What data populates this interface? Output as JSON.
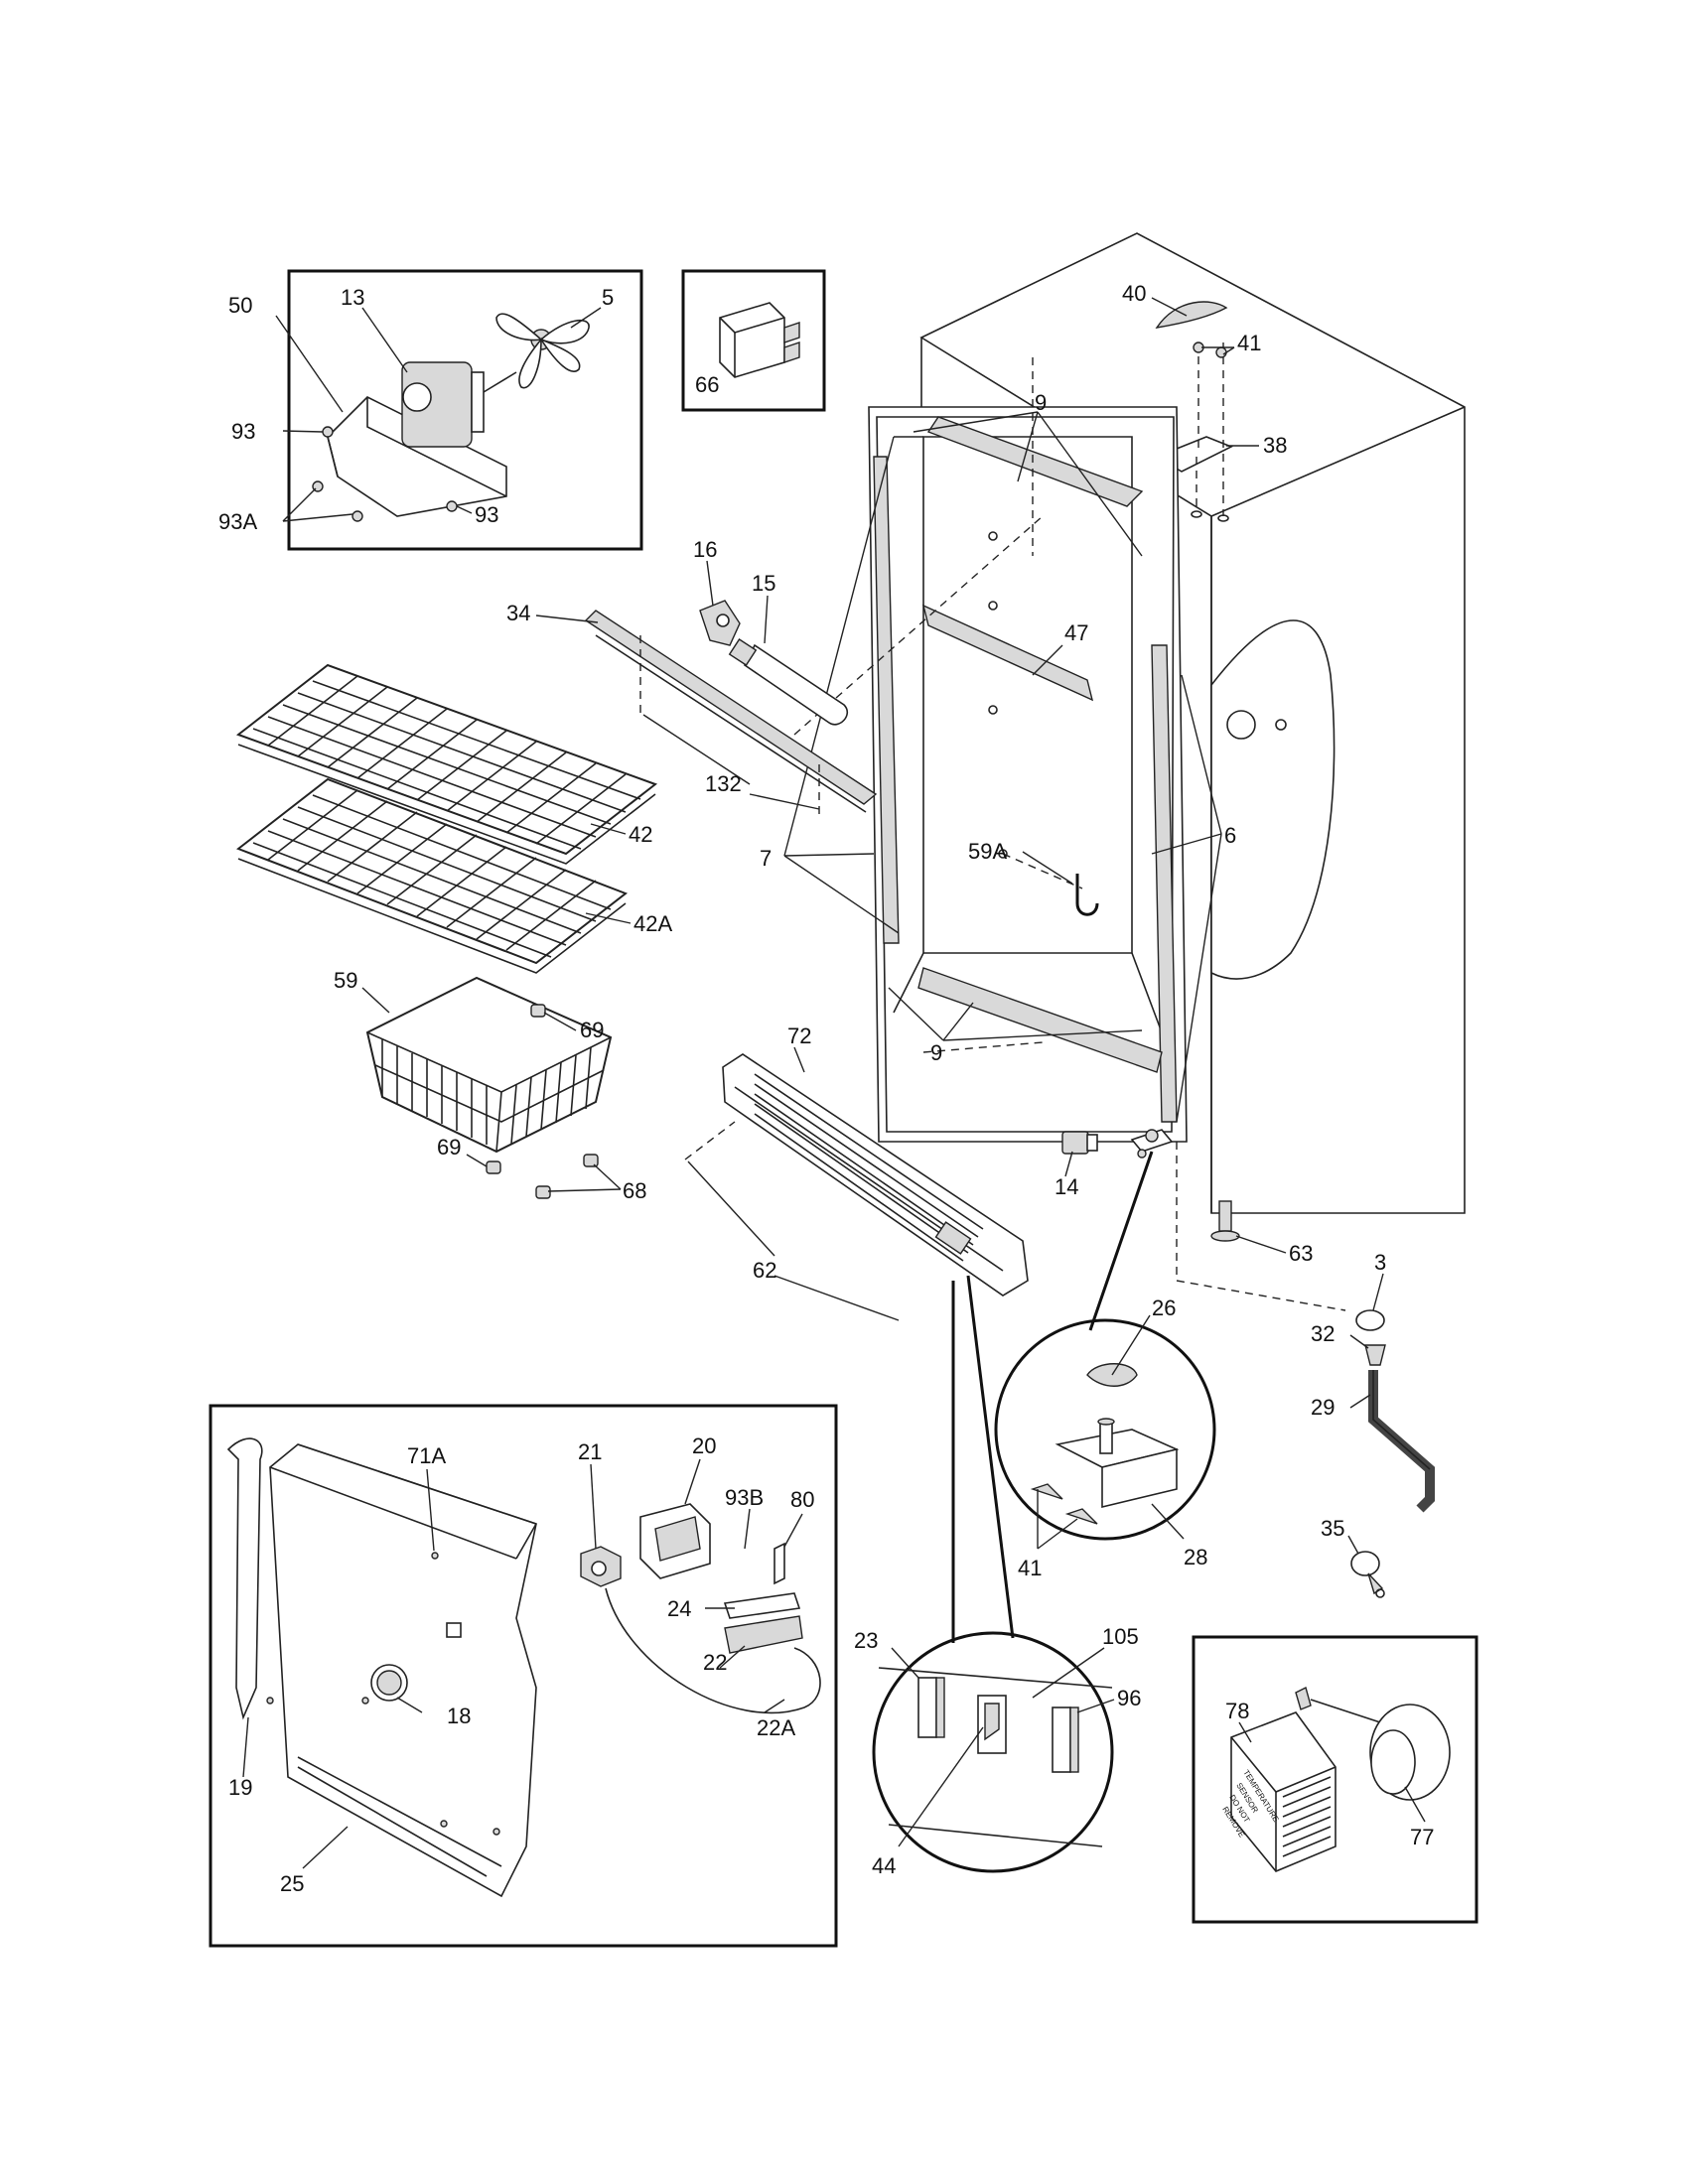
{
  "diagram": {
    "callouts": {
      "c5": "5",
      "c13": "13",
      "c50": "50",
      "c93a": "93",
      "c93b": "93",
      "c93A": "93A",
      "c66": "66",
      "c40": "40",
      "c41a": "41",
      "c38": "38",
      "c9a": "9",
      "c9b": "9",
      "c16": "16",
      "c15": "15",
      "c34": "34",
      "c47": "47",
      "c132": "132",
      "c42": "42",
      "c42A": "42A",
      "c7": "7",
      "c6": "6",
      "c59A": "59A",
      "c59": "59",
      "c69a": "69",
      "c69b": "69",
      "c68": "68",
      "c72": "72",
      "c62": "62",
      "c14": "14",
      "c63": "63",
      "c3": "3",
      "c32": "32",
      "c29": "29",
      "c35": "35",
      "c26": "26",
      "c41b": "41",
      "c28": "28",
      "c71A": "71A",
      "c21": "21",
      "c20": "20",
      "c93B": "93B",
      "c80": "80",
      "c24": "24",
      "c22": "22",
      "c22A": "22A",
      "c18": "18",
      "c19": "19",
      "c25": "25",
      "c23": "23",
      "c105": "105",
      "c96": "96",
      "c44": "44",
      "c78": "78",
      "c77": "77"
    },
    "sensor_label_lines": [
      "TEMPERATURE",
      "SENSOR",
      "DO NOT",
      "REMOVE"
    ]
  }
}
